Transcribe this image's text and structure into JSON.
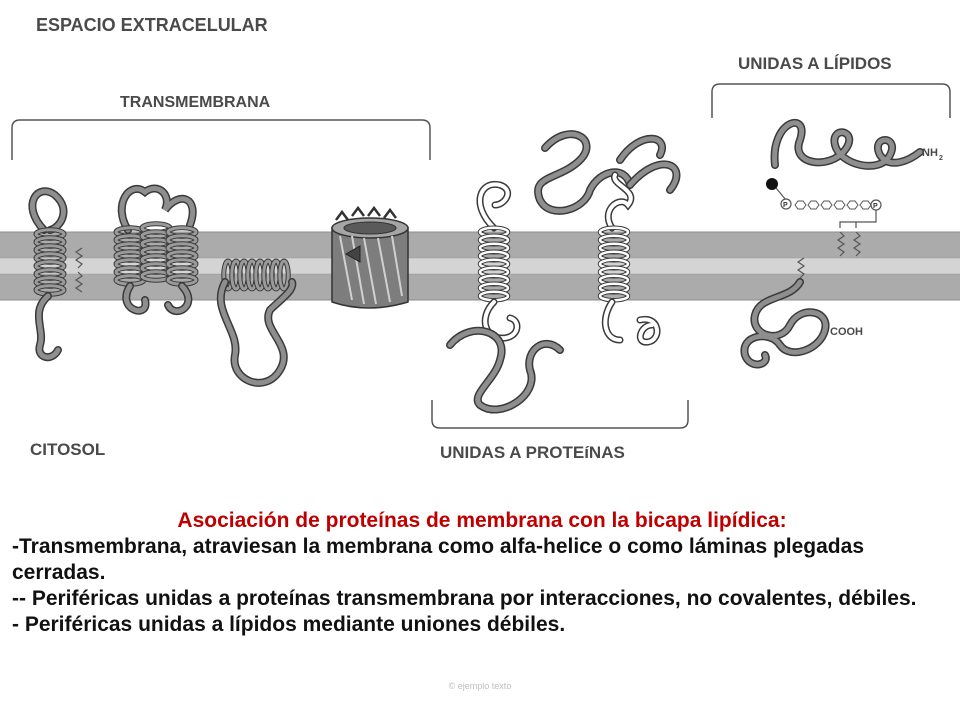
{
  "diagram": {
    "labels": {
      "extracellular": "ESPACIO EXTRACELULAR",
      "transmembrane": "TRANSMEMBRANA",
      "lipid_bound": "UNIDAS A LÍPIDOS",
      "cytosol": "CITOSOL",
      "protein_bound": "UNIDAS A PROTEíNAS",
      "nh2": "NH",
      "nh2_sub": "2",
      "cooh": "COOH",
      "phosphate": "P"
    },
    "colors": {
      "membrane": "#ababab",
      "membrane_line": "#8c8c8c",
      "protein": "#8e8e8e",
      "protein_edge": "#3a3a3a",
      "label": "#4a4a4a"
    }
  },
  "caption": {
    "title": "Asociación de proteínas de membrana con la bicapa lipídica:",
    "lines": [
      "-Transmembrana, atraviesan la membrana como alfa-helice o como láminas plegadas cerradas.",
      "-- Periféricas unidas a proteínas transmembrana por interacciones, no covalentes, débiles.",
      "- Periféricas unidas a lípidos mediante uniones débiles."
    ]
  },
  "footer": {
    "text": "© ejemplo texto"
  }
}
